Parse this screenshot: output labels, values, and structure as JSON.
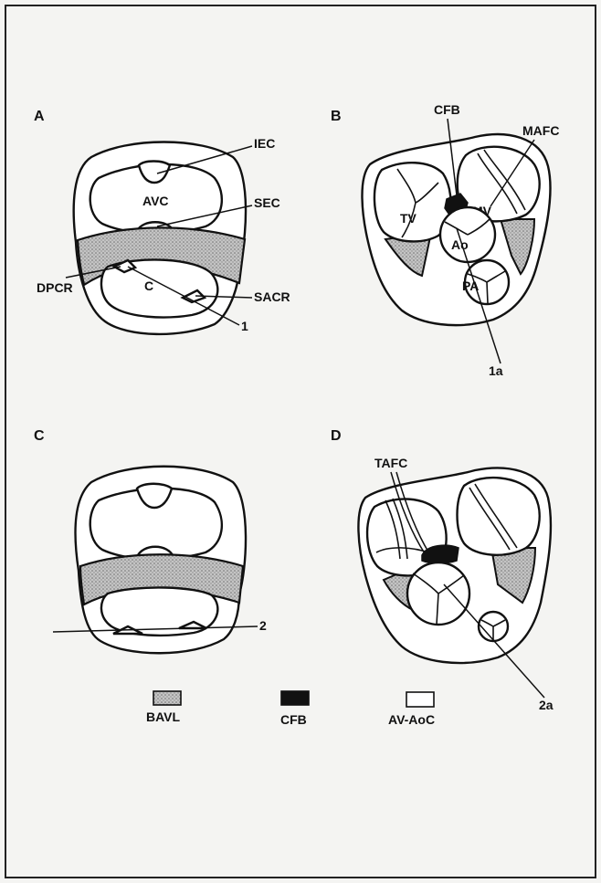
{
  "panels": {
    "A": {
      "letter": "A",
      "labels": {
        "iec": "IEC",
        "avc": "AVC",
        "sec": "SEC",
        "c": "C",
        "dpcr": "DPCR",
        "sacr": "SACR",
        "num": "1"
      }
    },
    "B": {
      "letter": "B",
      "labels": {
        "cfb": "CFB",
        "mafc": "MAFC",
        "tv": "TV",
        "mv": "MV",
        "ao": "Ao",
        "pa": "PA",
        "num": "1a"
      }
    },
    "C": {
      "letter": "C",
      "labels": {
        "num": "2"
      }
    },
    "D": {
      "letter": "D",
      "labels": {
        "tafc": "TAFC",
        "num": "2a"
      }
    }
  },
  "legend": [
    {
      "key": "bavl",
      "label": "BAVL",
      "swatch": "stipple"
    },
    {
      "key": "cfb",
      "label": "CFB",
      "swatch": "black"
    },
    {
      "key": "avaoc",
      "label": "AV-AoC",
      "swatch": "white"
    }
  ],
  "colors": {
    "stipple_bg": "#b8b8b8",
    "black": "#111111",
    "paper": "#f4f4f2"
  }
}
